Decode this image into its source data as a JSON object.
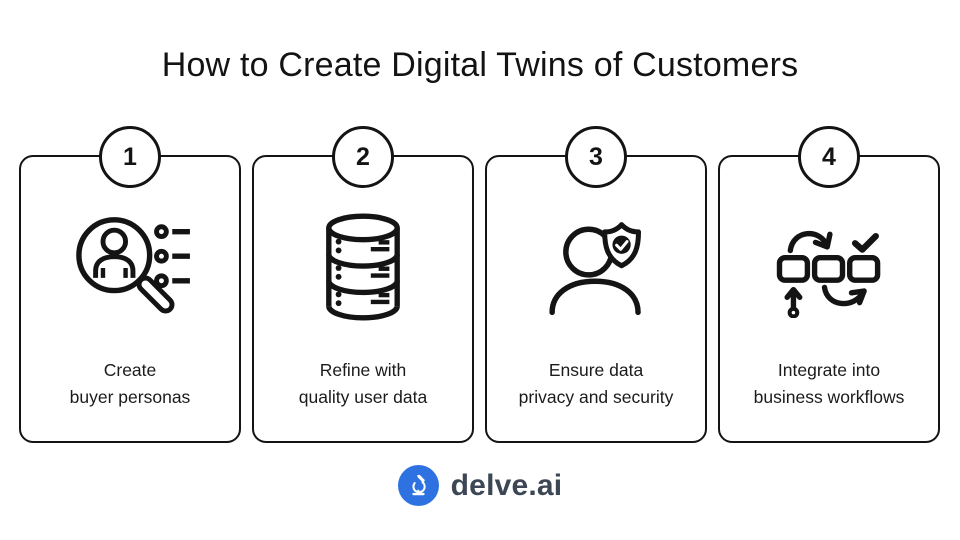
{
  "page": {
    "title": "How to Create Digital Twins of Customers"
  },
  "steps": [
    {
      "number": "1",
      "label_line1": "Create",
      "label_line2": "buyer personas",
      "icon": "persona-search-icon"
    },
    {
      "number": "2",
      "label_line1": "Refine with",
      "label_line2": "quality user data",
      "icon": "database-icon"
    },
    {
      "number": "3",
      "label_line1": "Ensure data",
      "label_line2": "privacy and security",
      "icon": "privacy-shield-icon"
    },
    {
      "number": "4",
      "label_line1": "Integrate into",
      "label_line2": "business workflows",
      "icon": "workflow-icon"
    }
  ],
  "footer": {
    "brand": "delve.ai",
    "logo_icon": "microscope-icon"
  },
  "colors": {
    "ink": "#141414",
    "brand_blue": "#2e72e2",
    "brand_text": "#3d4655"
  }
}
